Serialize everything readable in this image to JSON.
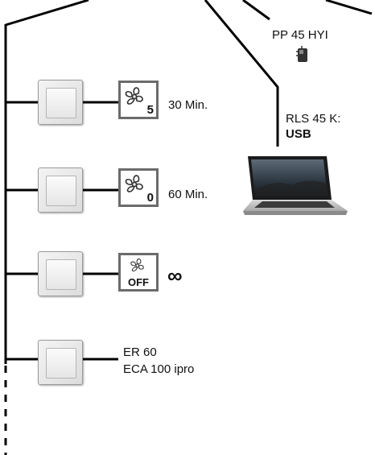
{
  "devices": {
    "top_label": "PP 45 HYI",
    "laptop_label_line1": "RLS 45 K:",
    "laptop_label_line2": "USB"
  },
  "switches": [
    {
      "fan_label": "5",
      "time": "30 Min."
    },
    {
      "fan_label": "0",
      "time": "60 Min."
    },
    {
      "fan_label": "OFF",
      "time": "∞"
    },
    {
      "label_line1": "ER 60",
      "label_line2": "ECA 100 ipro"
    }
  ],
  "colors": {
    "wire": "#000000",
    "switch_face": "#e8e8e8",
    "fan_border": "#6b6b6b"
  }
}
